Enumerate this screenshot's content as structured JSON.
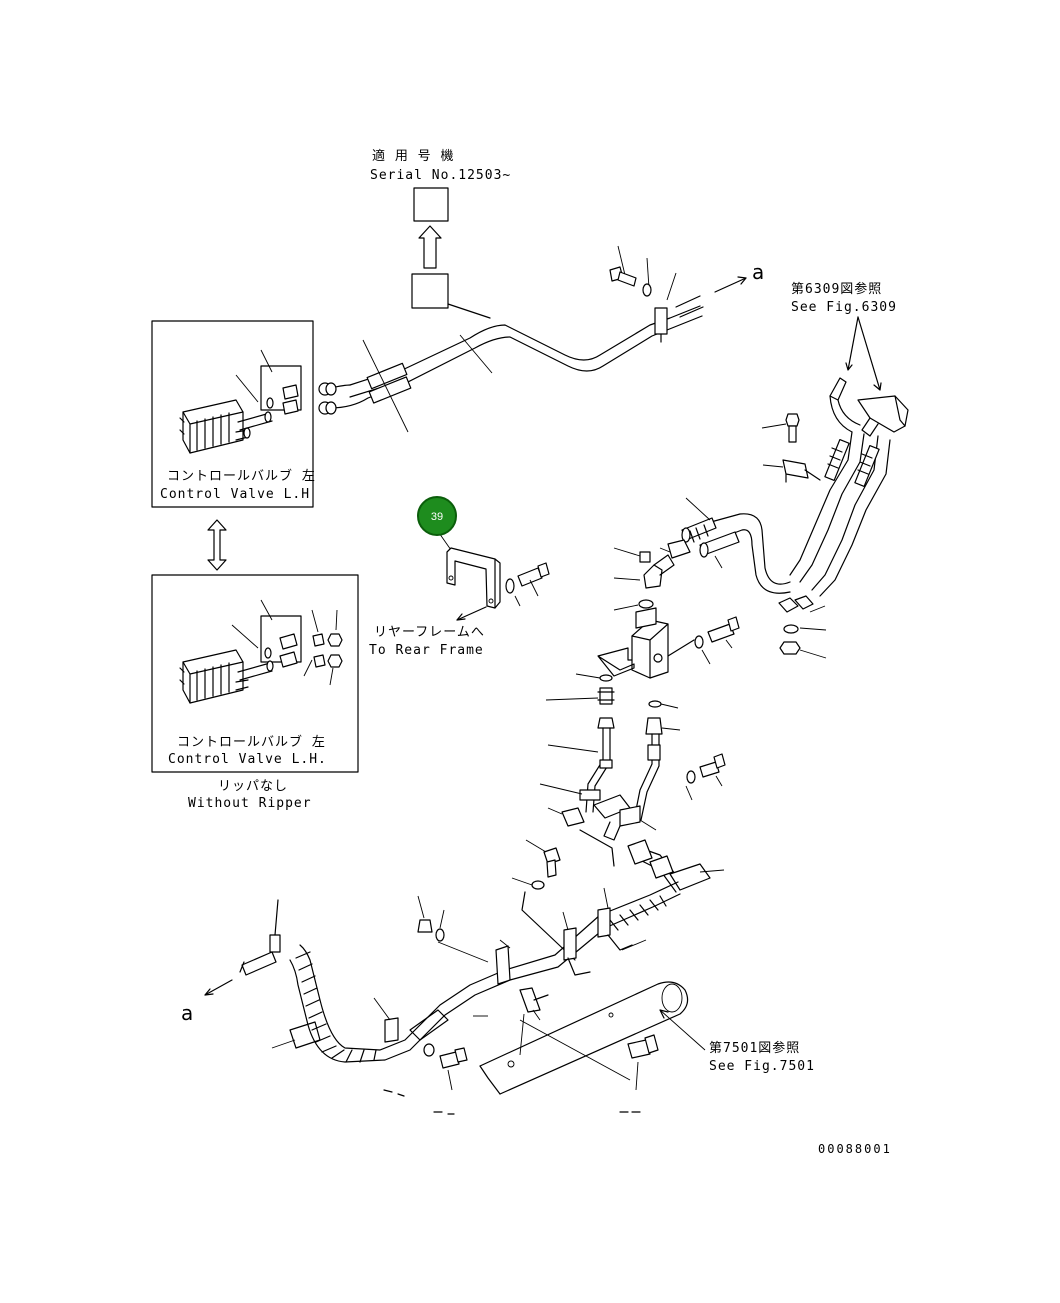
{
  "labels": {
    "serial_jp": "適 用 号 機",
    "serial_en": "Serial No.12503~",
    "cv_top_jp": "コントロールバルブ 左",
    "cv_top_en": "Control Valve L.H",
    "cv_bottom_jp": "コントロールバルブ 左",
    "cv_bottom_en": "Control Valve L.H.",
    "without_ripper_jp": "リッパなし",
    "without_ripper_en": "Without Ripper",
    "rear_frame_jp": "リヤーフレームへ",
    "rear_frame_en": "To Rear Frame",
    "see_6309_jp": "第6309図参照",
    "see_6309_en": "See Fig.6309",
    "see_7501_jp": "第7501図参照",
    "see_7501_en": "See Fig.7501",
    "arrow_a_top": "a",
    "arrow_a_bottom": "a",
    "drawing_no": "00088001"
  },
  "callout": {
    "number": "39",
    "color": "#1e8c1e"
  }
}
